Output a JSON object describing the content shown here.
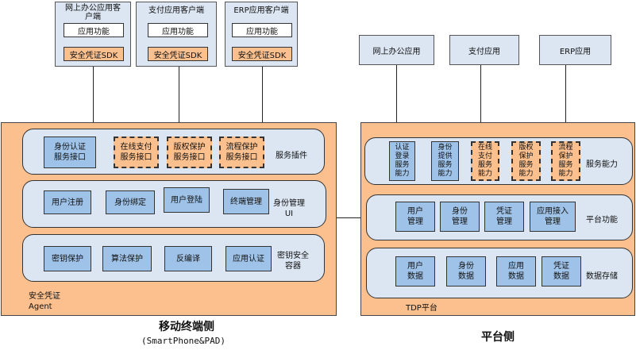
{
  "clients": [
    {
      "title": "网上办公应用客户端",
      "func": "应用功能",
      "sdk": "安全凭证SDK"
    },
    {
      "title": "支付应用客户端",
      "func": "应用功能",
      "sdk": "安全凭证SDK"
    },
    {
      "title": "ERP应用客户端",
      "func": "应用功能",
      "sdk": "安全凭证SDK"
    }
  ],
  "platform_apps": [
    "网上办公应用",
    "支付应用",
    "ERP应用"
  ],
  "mobile": {
    "plugin_row": {
      "items": [
        "身份认证\n服务接口",
        "在线支付\n服务接口",
        "版权保护\n服务接口",
        "流程保护\n服务接口"
      ],
      "label": "服务插件"
    },
    "identity_row": {
      "items": [
        "用户注册",
        "身份绑定",
        "用户登陆",
        "终端管理"
      ],
      "label": "身份管理\nUI"
    },
    "key_row": {
      "items": [
        "密钥保护",
        "算法保护",
        "反编译",
        "应用认证"
      ],
      "label": "密钥安全\n容器"
    },
    "agent_label": "安全凭证\nAgent",
    "caption": "移动终端侧",
    "subcaption": "(SmartPhone&PAD)"
  },
  "platform": {
    "service_row": {
      "items": [
        "认证\n登录\n服务\n能力",
        "身份\n提供\n服务\n能力",
        "在线\n支付\n服务\n能力",
        "版权\n保护\n服务\n能力",
        "流程\n保护\n服务\n能力"
      ],
      "label": "服务能力"
    },
    "function_row": {
      "items": [
        "用户\n管理",
        "身份\n管理",
        "凭证\n管理",
        "应用接入\n管理"
      ],
      "label": "平台功能"
    },
    "storage_row": {
      "items": [
        "用户\n数据",
        "身份\n数据",
        "应用\n数据",
        "凭证\n数据"
      ],
      "label": "数据存储"
    },
    "tdp_label": "TDP平台",
    "caption": "平台侧"
  }
}
